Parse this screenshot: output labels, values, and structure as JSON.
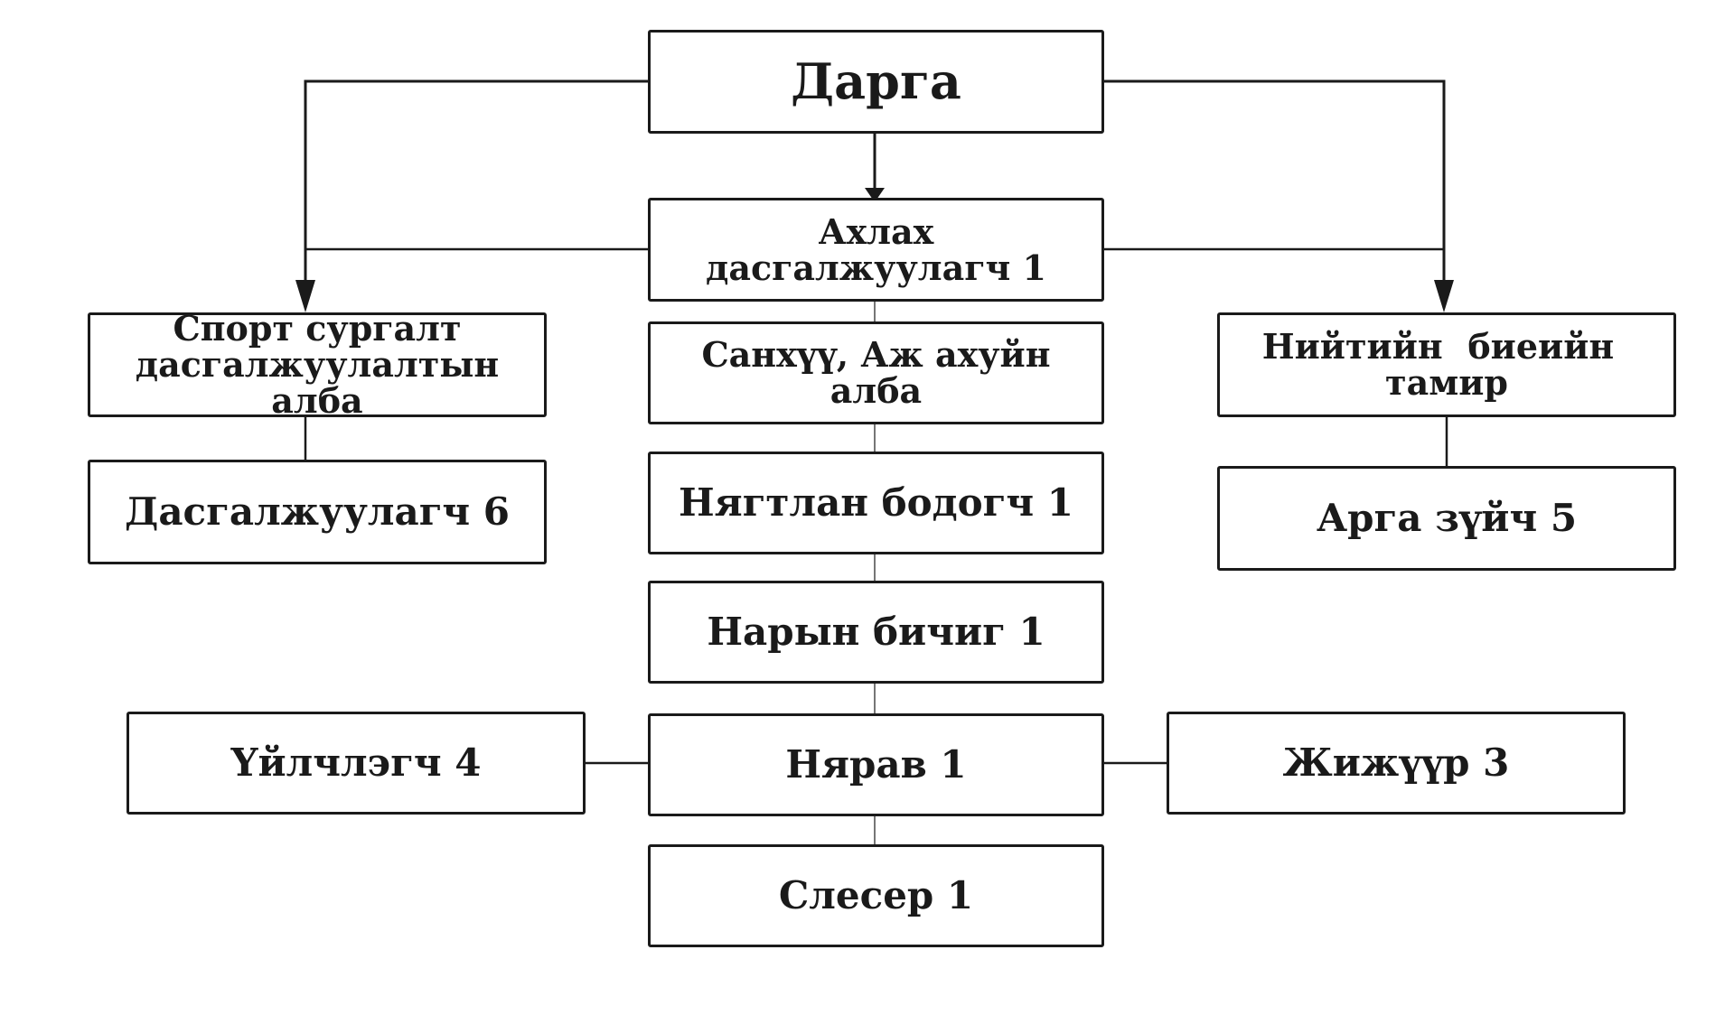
{
  "diagram": {
    "nodes": {
      "director": "Дарга",
      "head_coach_line1": "Ахлах",
      "head_coach_line2": "дасгалжуулагч 1",
      "sport_training_line1": "Спорт сургалт",
      "sport_training_line2": "дасгалжуулалтын алба",
      "coach": "Дасгалжуулагч 6",
      "finance_line1": "Санхүү, Аж ахуйн",
      "finance_line2": "алба",
      "accountant": "Нягтлан бодогч 1",
      "secretary": "Нарын бичиг 1",
      "storekeeper": "Нярав 1",
      "locksmith": "Слесер 1",
      "public_pe_word1": "Нийтийн",
      "public_pe_word2": "биеийн",
      "public_pe_line2": "тамир",
      "methodologist": "Арга зүйч 5",
      "service_worker": "Үйлчлэгч 4",
      "watchman": "Жижүүр 3"
    },
    "colors": {
      "line": "#1a1a1a",
      "box_border": "#1a1a1a",
      "background": "#ffffff"
    }
  }
}
